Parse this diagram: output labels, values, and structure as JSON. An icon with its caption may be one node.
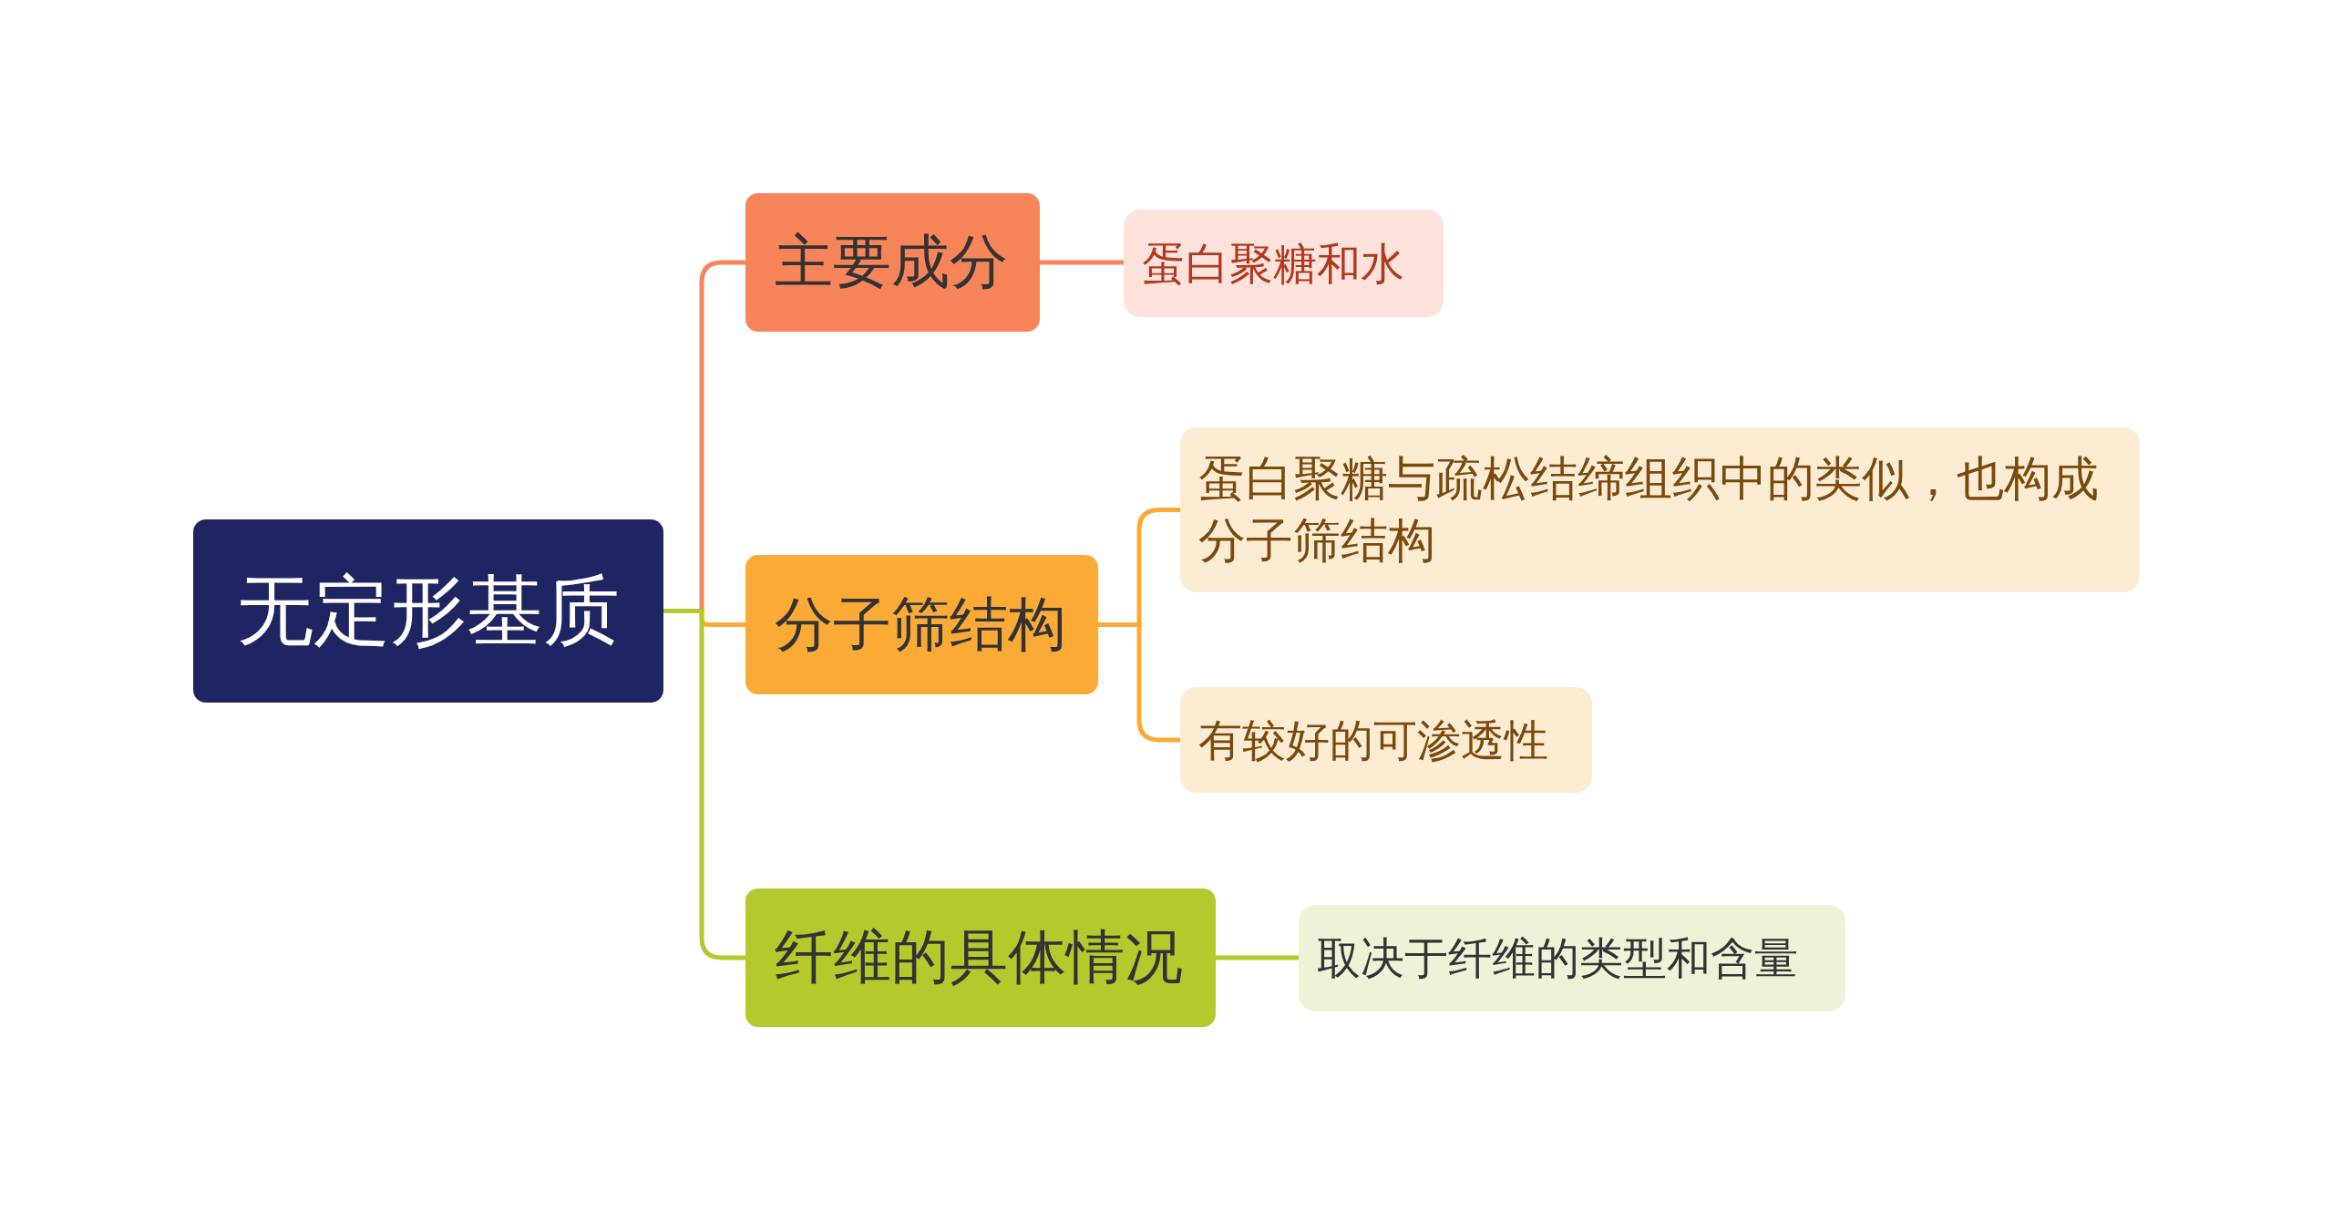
{
  "diagram": {
    "nodes": [
      {
        "text": [
          "无定形基质"
        ]
      },
      {
        "text": [
          "主要成分"
        ]
      },
      {
        "text": [
          "蛋白聚糖和水"
        ]
      },
      {
        "text": [
          "分子筛结构"
        ]
      },
      {
        "text": [
          "蛋白聚糖与疏松结缔组织中的类似，也构成分子筛结构"
        ]
      },
      {
        "text": [
          "有较好的可渗透性"
        ]
      },
      {
        "text": [
          "纤维的具体情况"
        ]
      },
      {
        "text": [
          "取决于纤维的类型和含量"
        ]
      }
    ],
    "edges": [
      {
        "from": 0,
        "to": 1,
        "arrow": "none",
        "color": "#f78559"
      },
      {
        "from": 0,
        "to": 3,
        "arrow": "none",
        "color": "#fbab35"
      },
      {
        "from": 0,
        "to": 6,
        "arrow": "none",
        "color": "#b6c92c"
      },
      {
        "from": 1,
        "to": 2,
        "arrow": "none",
        "color": "#f78559"
      },
      {
        "from": 3,
        "to": 4,
        "arrow": "none",
        "color": "#fbab35"
      },
      {
        "from": 3,
        "to": 5,
        "arrow": "none",
        "color": "#fbab35"
      },
      {
        "from": 6,
        "to": 7,
        "arrow": "none",
        "color": "#b6c92c"
      }
    ]
  }
}
